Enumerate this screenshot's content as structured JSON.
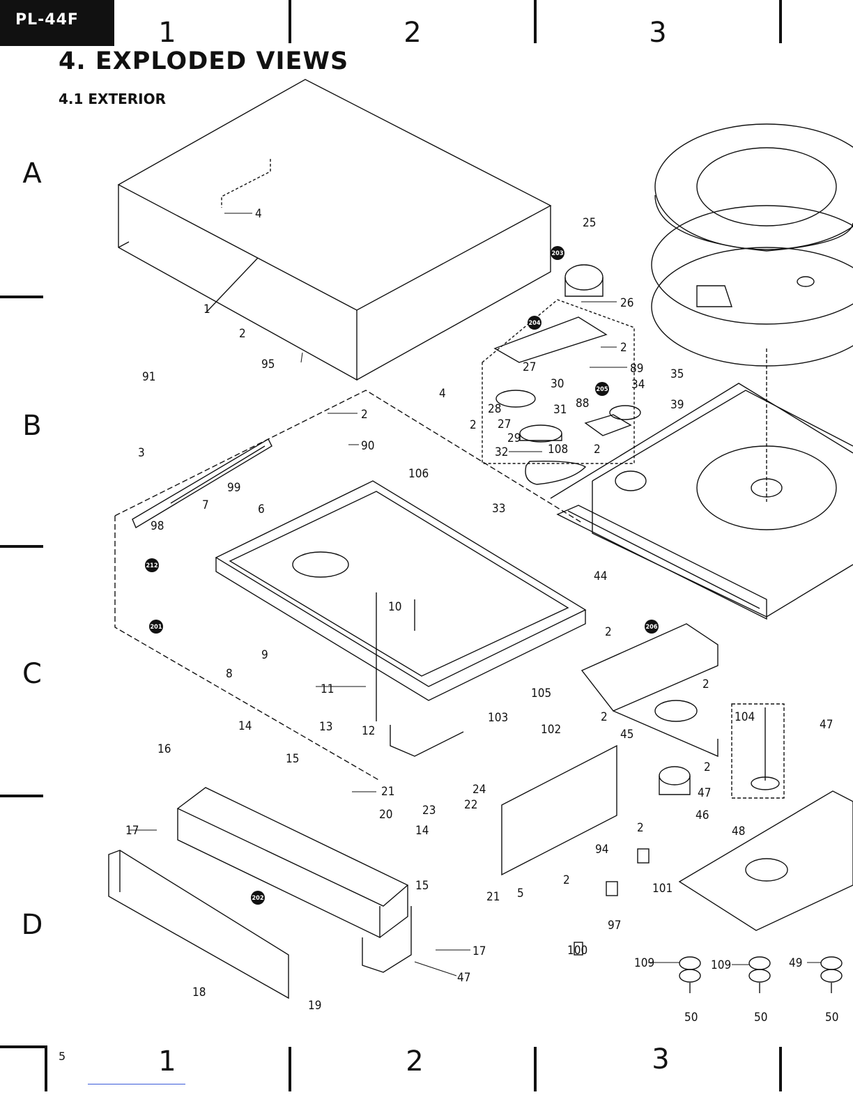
{
  "model_tag": "PL-44F",
  "page_number": "5",
  "title": "4. EXPLODED VIEWS",
  "subtitle": "4.1 EXTERIOR",
  "grid": {
    "columns": [
      "1",
      "2",
      "3"
    ],
    "rows": [
      "A",
      "B",
      "C",
      "D"
    ]
  },
  "callouts": {
    "c1": "1",
    "c2a": "2",
    "c2b": "2",
    "c2c": "2",
    "c2d": "2",
    "c2e": "2",
    "c2f": "2",
    "c2g": "2",
    "c2h": "2",
    "c2i": "2",
    "c2j": "2",
    "c3": "3",
    "c4a": "4",
    "c4b": "4",
    "c5": "5",
    "c6": "6",
    "c7": "7",
    "c8": "8",
    "c9": "9",
    "c10": "10",
    "c11": "11",
    "c12": "12",
    "c13": "13",
    "c14a": "14",
    "c14b": "14",
    "c15a": "15",
    "c15b": "15",
    "c16": "16",
    "c17a": "17",
    "c17b": "17",
    "c18": "18",
    "c19": "19",
    "c20": "20",
    "c21a": "21",
    "c21b": "21",
    "c22": "22",
    "c23": "23",
    "c24": "24",
    "c25": "25",
    "c26": "26",
    "c27a": "27",
    "c27b": "27",
    "c28": "28",
    "c29": "29",
    "c30": "30",
    "c31": "31",
    "c32": "32",
    "c33": "33",
    "c34": "34",
    "c35": "35",
    "c39": "39",
    "c44": "44",
    "c45": "45",
    "c46": "46",
    "c47a": "47",
    "c47b": "47",
    "c47c": "47",
    "c48": "48",
    "c49": "49",
    "c50a": "50",
    "c50b": "50",
    "c50c": "50",
    "c88": "88",
    "c89": "89",
    "c90": "90",
    "c91": "91",
    "c94": "94",
    "c95": "95",
    "c97": "97",
    "c98": "98",
    "c99": "99",
    "c100": "100",
    "c101": "101",
    "c102": "102",
    "c103": "103",
    "c104": "104",
    "c105": "105",
    "c106": "106",
    "c108": "108",
    "c109a": "109",
    "c109b": "109",
    "k201": "201",
    "k202": "202",
    "k203": "203",
    "k204": "204",
    "k205": "205",
    "k206": "206",
    "k212": "212"
  }
}
